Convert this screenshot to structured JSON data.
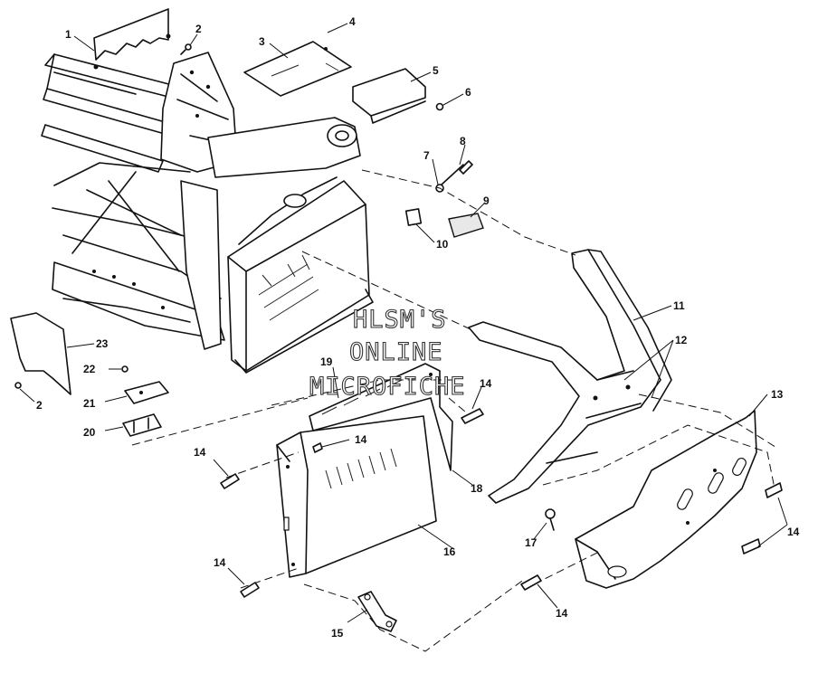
{
  "diagram": {
    "callouts": [
      "1",
      "2",
      "3",
      "4",
      "5",
      "6",
      "7",
      "8",
      "9",
      "10",
      "11",
      "12",
      "13",
      "14",
      "15",
      "16",
      "17",
      "18",
      "19",
      "20",
      "21",
      "22",
      "23",
      "2",
      "14",
      "14",
      "14",
      "14",
      "14",
      "14"
    ],
    "watermark": [
      "HLSM'S",
      "ONLINE",
      "MICROFICHE"
    ]
  }
}
